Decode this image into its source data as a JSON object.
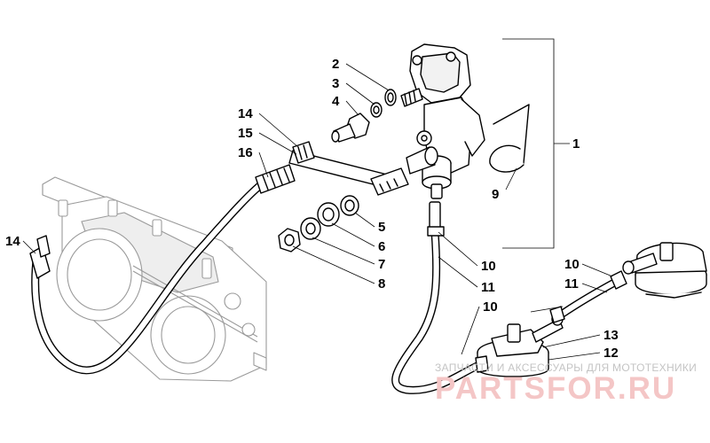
{
  "diagram": {
    "callouts": {
      "c1": "1",
      "c2": "2",
      "c3": "3",
      "c4": "4",
      "c5": "5",
      "c6": "6",
      "c7": "7",
      "c8": "8",
      "c9": "9",
      "c10a": "10",
      "c10b": "10",
      "c10c": "10",
      "c11a": "11",
      "c11b": "11",
      "c12": "12",
      "c13": "13",
      "c14a": "14",
      "c14b": "14",
      "c15": "15",
      "c16": "16"
    }
  },
  "watermark": {
    "tagline": "ЗАПЧАСТИ И АКСЕССУАРЫ ДЛЯ МОТОТЕХНИКИ",
    "brand": "PARTSFOR.RU"
  },
  "colors": {
    "line": "#000000",
    "ghost_line": "#9a9a9a",
    "watermark_brand": "#f4c6c6",
    "watermark_tagline": "#c4c4c4"
  }
}
